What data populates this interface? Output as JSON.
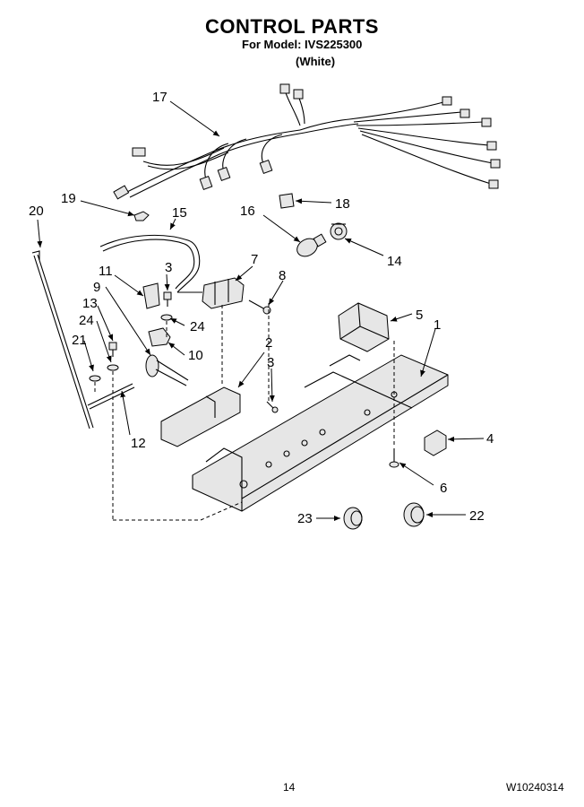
{
  "header": {
    "title": "CONTROL PARTS",
    "model_line": "For Model: IVS225300",
    "color_line": "(White)"
  },
  "footer": {
    "page_number": "14",
    "document_number": "W10240314"
  },
  "callouts": [
    "17",
    "19",
    "15",
    "20",
    "18",
    "16",
    "14",
    "7",
    "8",
    "3",
    "11",
    "9",
    "13",
    "24",
    "24",
    "10",
    "21",
    "12",
    "5",
    "1",
    "2",
    "3",
    "4",
    "6",
    "23",
    "22"
  ]
}
